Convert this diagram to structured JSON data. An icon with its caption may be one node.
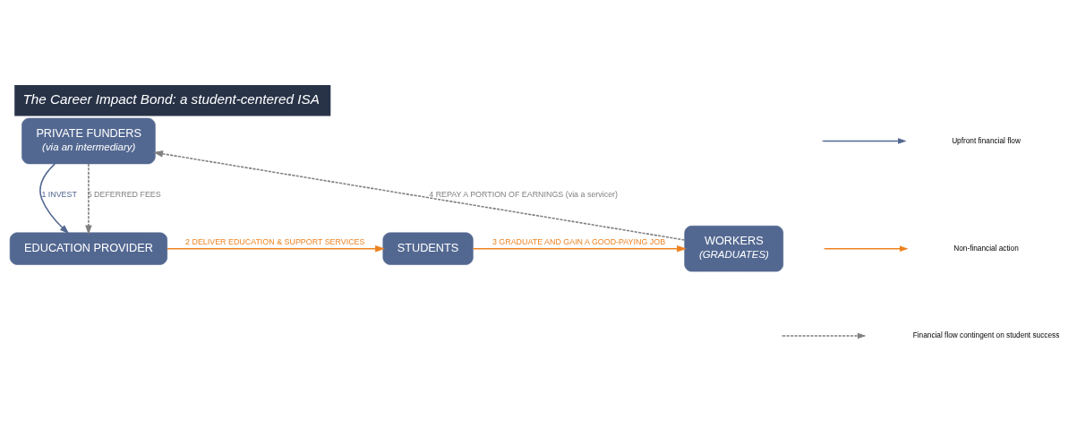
{
  "diagram": {
    "title": "The Career Impact Bond: a student-centered ISA",
    "nodes": [
      {
        "text": [
          "PRIVATE FUNDERS",
          "(via an intermediary)"
        ]
      },
      {
        "text": [
          "EDUCATION PROVIDER"
        ]
      },
      {
        "text": [
          "STUDENTS"
        ]
      },
      {
        "text": [
          "WORKERS",
          "(GRADUATES)"
        ]
      }
    ],
    "edges": [
      {
        "from": 0,
        "to": 1,
        "arrow": "to",
        "label": "1 INVEST",
        "color": "#536891"
      },
      {
        "from": 0,
        "to": 1,
        "arrow": "to",
        "label": "5 DEFERRED FEES",
        "style": "dashed",
        "color": "#808080"
      },
      {
        "from": 1,
        "to": 2,
        "arrow": "to",
        "label": "2 DELIVER EDUCATION & SUPPORT SERVICES",
        "color": "#ee8220"
      },
      {
        "from": 2,
        "to": 3,
        "arrow": "to",
        "label": "3 GRADUATE AND GAIN A GOOD-PAYING JOB",
        "color": "#ee8220"
      },
      {
        "from": 3,
        "to": 0,
        "arrow": "to",
        "label": "4 REPAY A PORTION OF EARNINGS (via a servicer)",
        "style": "dashed",
        "color": "#808080"
      }
    ],
    "legend": [
      {
        "text": "Upfront financial flow"
      },
      {
        "text": "Non-financial action"
      },
      {
        "text": "Financial flow contingent on student success"
      }
    ]
  }
}
